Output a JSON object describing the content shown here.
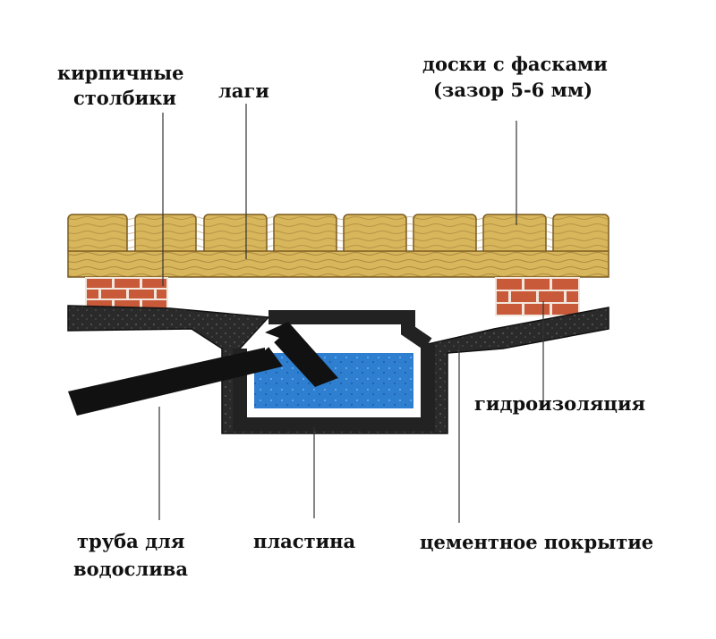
{
  "labels": {
    "brick_posts_line1": "кирпичные",
    "brick_posts_line2": "столбики",
    "joists": "лаги",
    "boards_line1": "доски с фасками",
    "boards_line2": "(зазор 5-6 мм)",
    "waterproofing": "гидроизоляция",
    "drain_pipe_line1": "труба для",
    "drain_pipe_line2": "водослива",
    "plate": "пластина",
    "cement_coating": "цементное покрытие"
  },
  "colors": {
    "wood": "#d8b65c",
    "wood_grain": "#8a6a2a",
    "brick": "#c85a3a",
    "mortar": "#f3e6dc",
    "waterproofing_layer": "#222222",
    "cement_speckle": "#5a5a5a",
    "water": "#2f7fd0",
    "pipe": "#111111",
    "leader_line": "#333333"
  },
  "board_count": 8
}
